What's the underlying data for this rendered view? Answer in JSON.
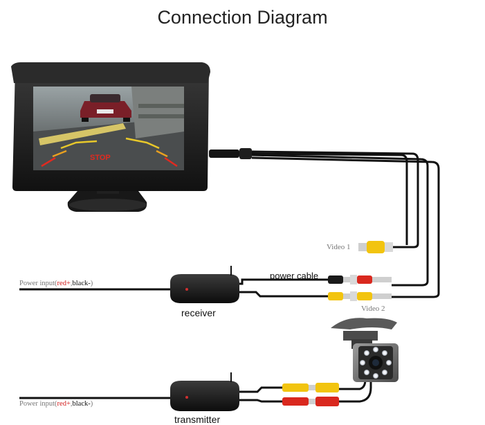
{
  "title": "Connection Diagram",
  "labels": {
    "video1": "Video 1",
    "video2": "Video 2",
    "power_cable": "power cable",
    "receiver": "receiver",
    "transmitter": "transmitter",
    "power_input_prefix": "Power input(",
    "power_input_red": "red+",
    "power_input_sep": ",",
    "power_input_black": "black-",
    "power_input_suffix": ")"
  },
  "screen": {
    "stop_text": "STOP"
  },
  "colors": {
    "cable": "#111111",
    "rca_yellow": "#f2c40f",
    "rca_red": "#d9281e",
    "label_red": "#d21c1c",
    "label_gray": "#777777",
    "monitor_body": "#1c1c1c"
  }
}
